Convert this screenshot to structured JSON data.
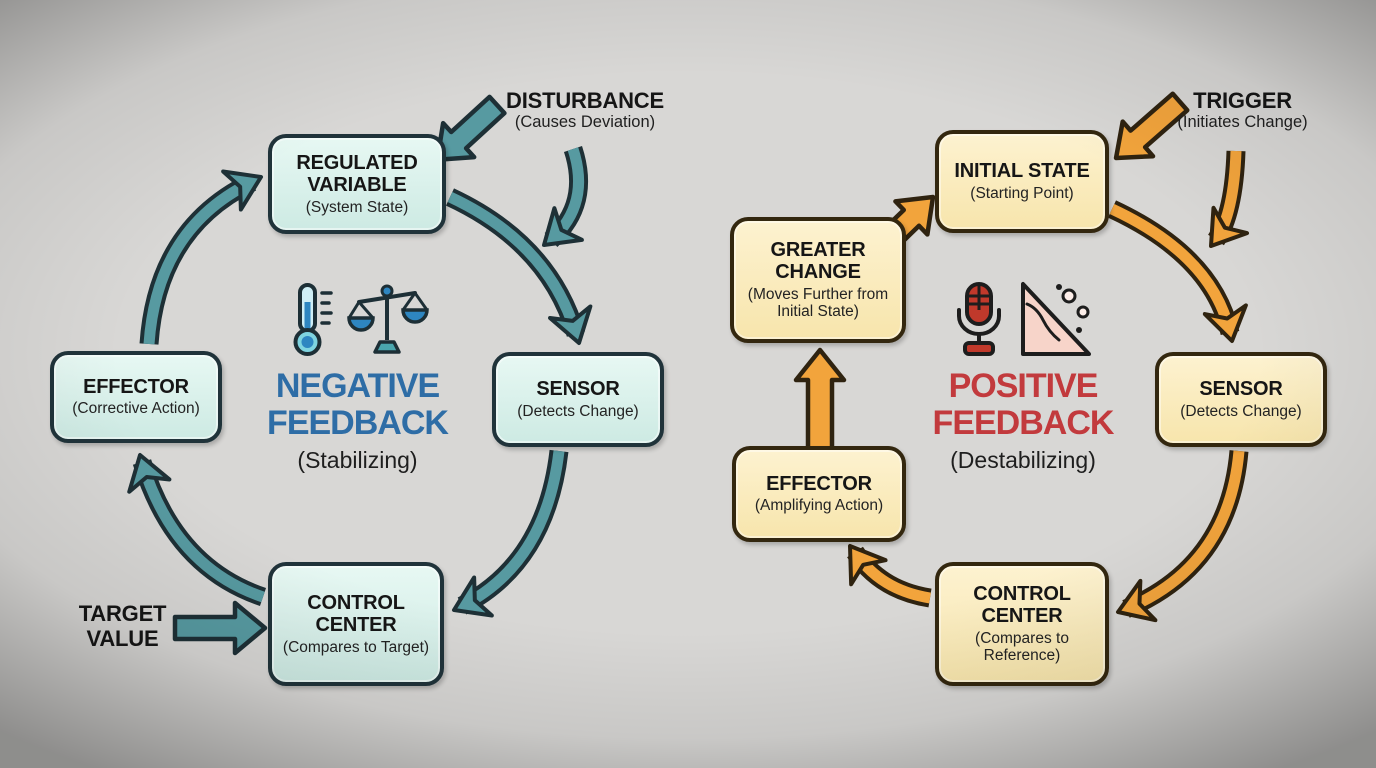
{
  "left": {
    "title_line1": "NEGATIVE",
    "title_line2": "FEEDBACK",
    "subtitle": "(Stabilizing)",
    "nodes": {
      "regulated_variable": {
        "title": "REGULATED VARIABLE",
        "subtitle": "(System State)"
      },
      "sensor": {
        "title": "SENSOR",
        "subtitle": "(Detects Change)"
      },
      "control_center": {
        "title": "CONTROL CENTER",
        "subtitle": "(Compares to Target)"
      },
      "effector": {
        "title": "EFFECTOR",
        "subtitle": "(Corrective Action)"
      }
    },
    "labels": {
      "disturbance": {
        "title": "DISTURBANCE",
        "subtitle": "(Causes Deviation)"
      },
      "target_value": {
        "title": "TARGET VALUE"
      }
    },
    "icons": [
      "thermometer-icon",
      "balance-scale-icon"
    ],
    "colors": {
      "title": "#2e6da6",
      "arrow": "#579aa1",
      "box_fill": "#d9f0ea",
      "box_border": "#20333a"
    }
  },
  "right": {
    "title_line1": "POSITIVE",
    "title_line2": "FEEDBACK",
    "subtitle": "(Destabilizing)",
    "nodes": {
      "initial_state": {
        "title": "INITIAL STATE",
        "subtitle": "(Starting Point)"
      },
      "greater_change": {
        "title": "GREATER CHANGE",
        "subtitle": "(Moves Further from Initial State)"
      },
      "sensor": {
        "title": "SENSOR",
        "subtitle": "(Detects Change)"
      },
      "control_center": {
        "title": "CONTROL CENTER",
        "subtitle": "(Compares to Reference)"
      },
      "effector": {
        "title": "EFFECTOR",
        "subtitle": "(Amplifying Action)"
      }
    },
    "labels": {
      "trigger": {
        "title": "TRIGGER",
        "subtitle": "(Initiates Change)"
      }
    },
    "icons": [
      "microphone-icon",
      "landslide-icon"
    ],
    "colors": {
      "title": "#c23a3d",
      "arrow": "#f2a43c",
      "box_fill": "#faecc4",
      "box_border": "#33270f"
    }
  }
}
